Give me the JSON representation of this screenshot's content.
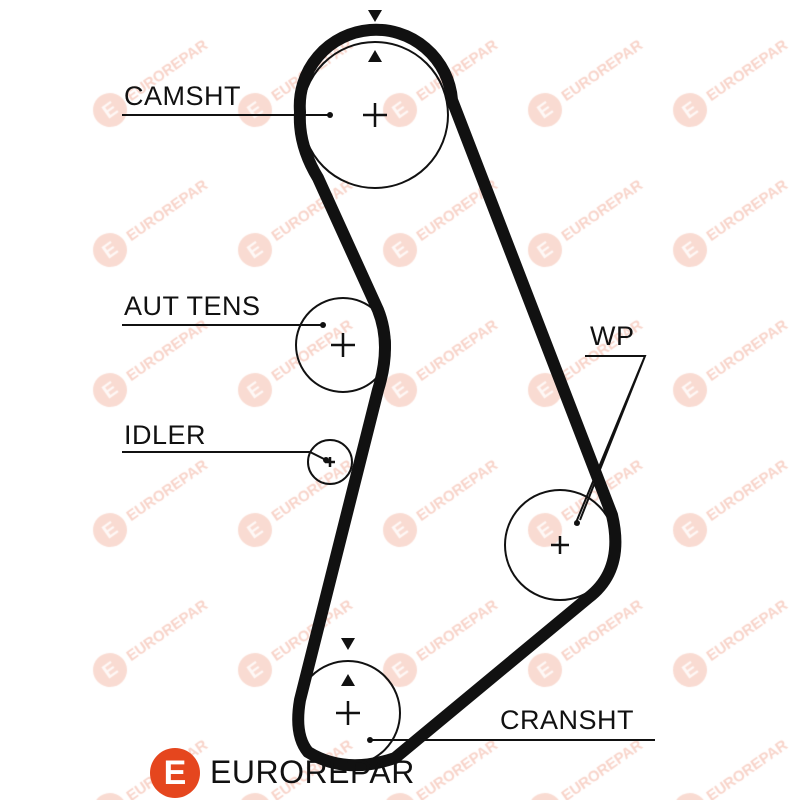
{
  "watermark": {
    "text": "EUROREPAR",
    "mark": "E"
  },
  "labels": {
    "camshaft": "CAMSHT",
    "tensioner": "AUT TENS",
    "idler": "IDLER",
    "water_pump": "WP",
    "crankshaft": "CRANSHT"
  },
  "brand": {
    "logo_letter": "E",
    "name": "EUROREPAR"
  },
  "colors": {
    "brand": "#e5461e",
    "watermark": "#f6c9bd",
    "belt": "#111111"
  }
}
